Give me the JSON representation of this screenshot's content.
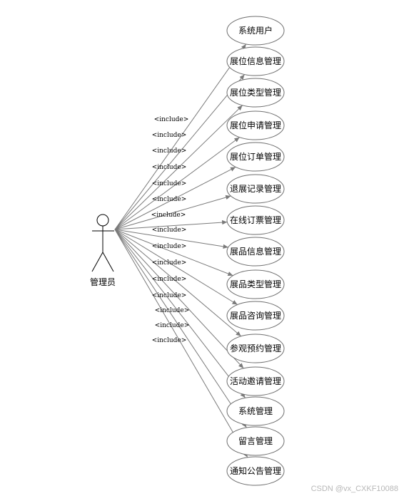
{
  "actor": {
    "label": "管理员"
  },
  "relation_label": "<include>",
  "use_cases": [
    {
      "label": "系统用户"
    },
    {
      "label": "展位信息管理"
    },
    {
      "label": "展位类型管理"
    },
    {
      "label": "展位申请管理"
    },
    {
      "label": "展位订单管理"
    },
    {
      "label": "退展记录管理"
    },
    {
      "label": "在线订票管理"
    },
    {
      "label": "展品信息管理"
    },
    {
      "label": "展品类型管理"
    },
    {
      "label": "展品咨询管理"
    },
    {
      "label": "参观预约管理"
    },
    {
      "label": "活动邀请管理"
    },
    {
      "label": "系统管理"
    },
    {
      "label": "留言管理"
    },
    {
      "label": "通知公告管理"
    }
  ],
  "watermark": "CSDN @vx_CXKF10088",
  "colors": {
    "line": "#7a7a7a",
    "ellipse_stroke": "#6e6e6e",
    "text": "#000000"
  }
}
